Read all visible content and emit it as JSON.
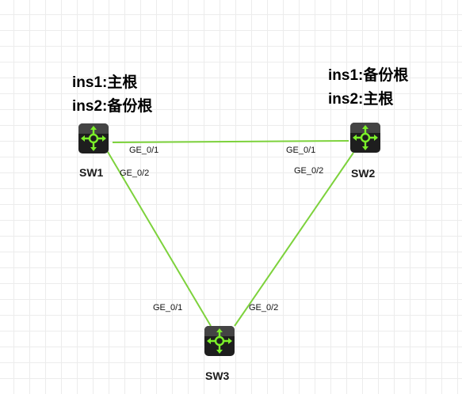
{
  "colors": {
    "link": "#7dd23c",
    "device_body": "#1e1e1e",
    "device_icon": "#7cf02a",
    "grid": "#ececec"
  },
  "devices": {
    "sw1": {
      "label": "SW1",
      "icon": "switch-router-icon"
    },
    "sw2": {
      "label": "SW2",
      "icon": "switch-router-icon"
    },
    "sw3": {
      "label": "SW3",
      "icon": "switch-router-icon"
    }
  },
  "links": [
    {
      "from": "SW1",
      "to": "SW2",
      "from_port": "GE_0/1",
      "to_port": "GE_0/1"
    },
    {
      "from": "SW1",
      "to": "SW3",
      "from_port": "GE_0/2",
      "to_port": "GE_0/1"
    },
    {
      "from": "SW2",
      "to": "SW3",
      "from_port": "GE_0/2",
      "to_port": "GE_0/2"
    }
  ],
  "notes": {
    "sw1": {
      "line1": "ins1:主根",
      "line2": "ins2:备份根"
    },
    "sw2": {
      "line1": "ins1:备份根",
      "line2": "ins2:主根"
    }
  }
}
